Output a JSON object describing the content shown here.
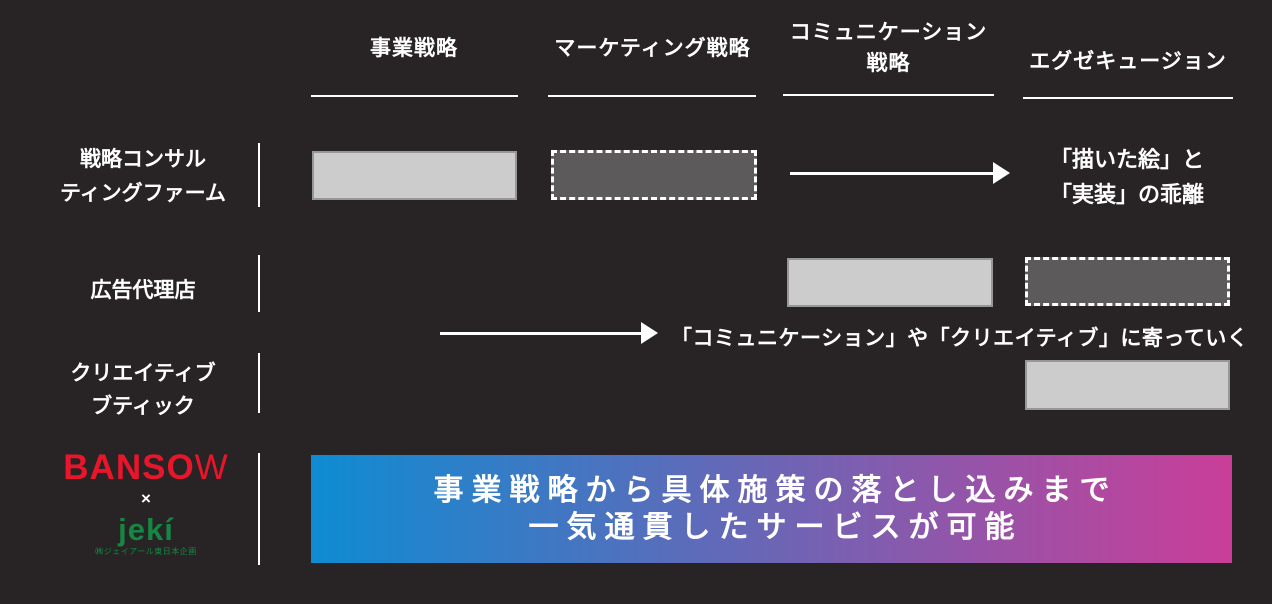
{
  "columns": [
    {
      "label": "事業戦略"
    },
    {
      "label": "マーケティング戦略"
    },
    {
      "label": "コミュニケーション\n戦略"
    },
    {
      "label": "エグゼキュージョン"
    }
  ],
  "rows": {
    "consulting": {
      "label": "戦略コンサル\nティングファーム",
      "note": "「描いた絵」と\n「実装」の乖離"
    },
    "ad_agency": {
      "label": "広告代理店"
    },
    "creative_boutique": {
      "label": "クリエイティブ\nブティック"
    }
  },
  "annotation": {
    "label": "「コミュニケーション」や「クリエイティブ」に寄っていく"
  },
  "logo": {
    "bansow_main": "BANSO",
    "bansow_w": "W",
    "cross": "×",
    "jeki": "jekí",
    "jeki_caption": "㈱ジェイアール東日本企画"
  },
  "banner": {
    "line1": "事業戦略から具体施策の落とし込みまで",
    "line2": "一気通貫したサービスが可能"
  },
  "coverage": [
    {
      "row": "戦略コンサルティングファーム",
      "column": "事業戦略",
      "style": "solid"
    },
    {
      "row": "戦略コンサルティングファーム",
      "column": "マーケティング戦略",
      "style": "dashed"
    },
    {
      "row": "広告代理店",
      "column": "コミュニケーション戦略",
      "style": "solid"
    },
    {
      "row": "広告代理店",
      "column": "エグゼキュージョン",
      "style": "dashed"
    },
    {
      "row": "クリエイティブブティック",
      "column": "エグゼキュージョン",
      "style": "solid"
    }
  ],
  "colors": {
    "background": "#282425",
    "text": "#ffffff",
    "solid_bar": "#cccccc",
    "solid_bar_border": "#979797",
    "dashed_bar_fill": "#5d5a5b",
    "dashed_bar_border": "#ffffff",
    "bansow_red": "#e8152b",
    "jeki_green": "#168643",
    "banner_gradient_start": "#0e8cd2",
    "banner_gradient_end": "#ca3e98"
  }
}
